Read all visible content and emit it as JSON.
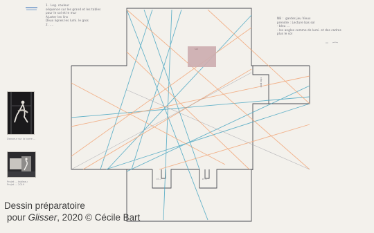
{
  "notes": {
    "top_left": "1.  Leg. couleur\nséquence sur les grand et les tables\npour le sol et le mur\nAjuster les lins\nDeux lignes les lumi. le gros\n2. ....",
    "top_right": "NB :  gardes jeu Vieux\nprendre : Lecture bas sol\n- bleu ...\n- les angles comme de lumi. et des cadres\nplus le sol",
    "right_box_label": "clav pop",
    "bottom_left_box": "cl ...",
    "bottom_right_box": "cl ...",
    "pink_label": "sol"
  },
  "photos": {
    "top_caption": "Danseur sur la barre ...",
    "bottom_caption": "Projet ... tableau\nProjet ... 2019"
  },
  "credit": {
    "line1": "Dessin préparatoire",
    "line2_prefix": "pour ",
    "line2_title": "Glisser",
    "line2_suffix": ", 2020 © Cécile Bart"
  },
  "colors": {
    "paper": "#f3f1ec",
    "frame": "#4a4a52",
    "teal": "#4aa7c2",
    "orange": "#f2a779",
    "swatch": "#cdaeb0"
  }
}
